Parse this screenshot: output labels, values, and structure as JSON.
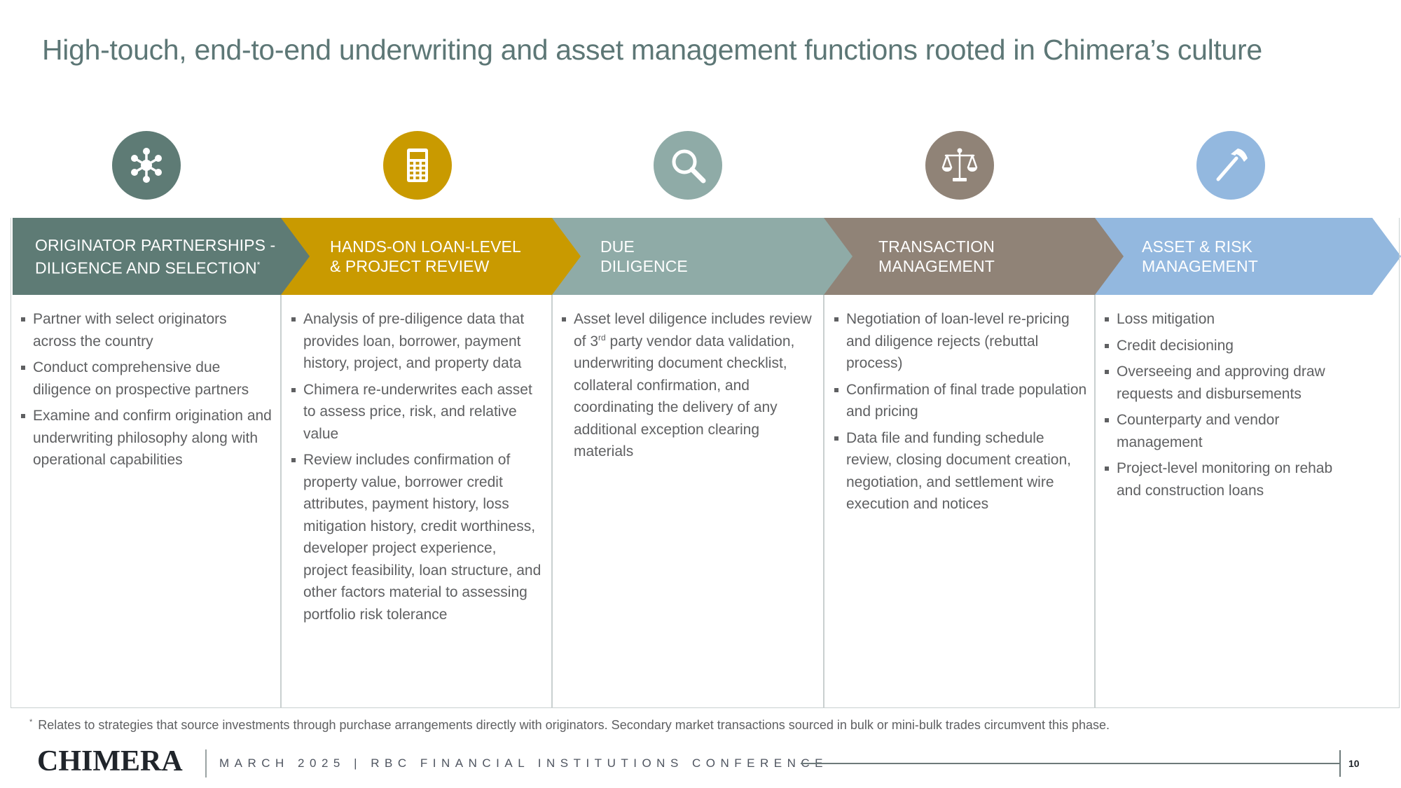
{
  "title": "High-touch, end-to-end underwriting and asset management functions rooted in Chimera’s culture",
  "colors": {
    "teal": "#5e7b75",
    "gold": "#c99a00",
    "sage": "#8faba7",
    "taupe": "#908377",
    "sky": "#93b8df"
  },
  "icons": [
    "network-icon",
    "calculator-icon",
    "magnifier-icon",
    "scales-icon",
    "hammer-icon"
  ],
  "phases": [
    {
      "line1": "ORIGINATOR PARTNERSHIPS -",
      "line2": "DILIGENCE AND SELECTION",
      "mark": "*",
      "bullets": [
        "Partner with select originators across the country",
        "Conduct comprehensive due diligence on prospective partners",
        "Examine and confirm origination and underwriting philosophy along with operational capabilities"
      ]
    },
    {
      "line1": "HANDS-ON LOAN-LEVEL",
      "line2": "& PROJECT REVIEW",
      "bullets": [
        "Analysis of pre-diligence data that provides loan, borrower, payment history, project, and property data",
        "Chimera re-underwrites each asset to assess price, risk, and relative value",
        "Review includes confirmation of property value, borrower credit attributes, payment history, loss mitigation history, credit worthiness, developer project experience, project feasibility, loan structure, and other factors material to assessing portfolio risk tolerance"
      ]
    },
    {
      "line1": "DUE",
      "line2": "DILIGENCE",
      "bullet_parts": {
        "before": "Asset level diligence includes review of 3",
        "sup": "rd",
        "after": " party vendor data validation, underwriting document checklist, collateral confirmation, and coordinating the delivery of any additional exception clearing materials"
      }
    },
    {
      "line1": "TRANSACTION",
      "line2": "MANAGEMENT",
      "bullets": [
        "Negotiation of loan-level re-pricing and diligence rejects (rebuttal process)",
        "Confirmation of final trade population and pricing",
        "Data file and funding schedule review, closing document creation, negotiation, and settlement wire execution and notices"
      ]
    },
    {
      "line1": "ASSET & RISK",
      "line2": "MANAGEMENT",
      "bullets": [
        "Loss mitigation",
        "Credit decisioning",
        "Overseeing and approving draw requests and disbursements",
        "Counterparty and vendor management",
        "Project-level monitoring on rehab and construction loans"
      ]
    }
  ],
  "footnote": {
    "mark": "*",
    "text": "Relates to strategies that source investments through purchase arrangements directly with originators.  Secondary market transactions sourced in bulk or mini-bulk trades circumvent this phase."
  },
  "footer": {
    "logo": "CHIMERA",
    "conference": "MARCH 2025  |  RBC FINANCIAL INSTITUTIONS CONFERENCE",
    "page_number": "10"
  }
}
